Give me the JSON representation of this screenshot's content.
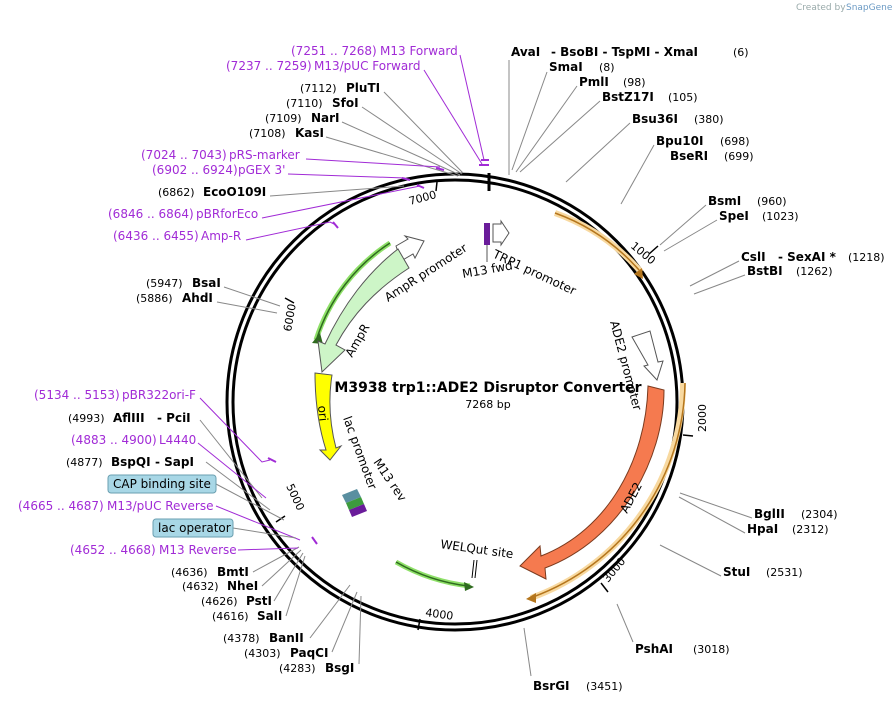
{
  "credit": {
    "text": "Created by",
    "brand": "SnapGene"
  },
  "title": "M3938 trp1::ADE2 Disruptor Converter",
  "length": "7268 bp",
  "ticks": [
    "1000",
    "2000",
    "3000",
    "4000",
    "5000",
    "6000",
    "7000"
  ],
  "sites_right": [
    {
      "name": "AvaI",
      "extra": "- BsoBI  - TspMI  - XmaI",
      "pos": "(6)"
    },
    {
      "name": "SmaI",
      "pos": "(8)"
    },
    {
      "name": "PmlI",
      "pos": "(98)"
    },
    {
      "name": "BstZ17I",
      "pos": "(105)"
    },
    {
      "name": "Bsu36I",
      "pos": "(380)"
    },
    {
      "name": "Bpu10I",
      "pos": "(698)"
    },
    {
      "name": "BseRI",
      "pos": "(699)"
    },
    {
      "name": "BsmI",
      "pos": "(960)"
    },
    {
      "name": "SpeI",
      "pos": "(1023)"
    },
    {
      "name": "CslI",
      "extra": "- SexAI *",
      "pos": "(1218)"
    },
    {
      "name": "BstBI",
      "pos": "(1262)"
    },
    {
      "name": "BglII",
      "pos": "(2304)"
    },
    {
      "name": "HpaI",
      "pos": "(2312)"
    },
    {
      "name": "StuI",
      "pos": "(2531)"
    },
    {
      "name": "PshAI",
      "pos": "(3018)"
    },
    {
      "name": "BsrGI",
      "pos": "(3451)"
    }
  ],
  "sites_left": [
    {
      "name": "PluTI",
      "pos": "(7112)"
    },
    {
      "name": "SfoI",
      "pos": "(7110)"
    },
    {
      "name": "NarI",
      "pos": "(7109)"
    },
    {
      "name": "KasI",
      "pos": "(7108)"
    },
    {
      "name": "EcoO109I",
      "pos": "(6862)"
    },
    {
      "name": "BsaI",
      "pos": "(5947)"
    },
    {
      "name": "AhdI",
      "pos": "(5886)"
    },
    {
      "name": "AflIII",
      "extra": "- PciI",
      "pos": "(4993)"
    },
    {
      "name": "BspQI",
      "extra": "- SapI",
      "pos": "(4877)"
    },
    {
      "name": "BmtI",
      "pos": "(4636)"
    },
    {
      "name": "NheI",
      "pos": "(4632)"
    },
    {
      "name": "PstI",
      "pos": "(4626)"
    },
    {
      "name": "SalI",
      "pos": "(4616)"
    },
    {
      "name": "BanII",
      "pos": "(4378)"
    },
    {
      "name": "PaqCI",
      "pos": "(4303)"
    },
    {
      "name": "BsgI",
      "pos": "(4283)"
    }
  ],
  "primers": [
    {
      "range": "(7251 .. 7268)",
      "name": "M13 Forward"
    },
    {
      "range": "(7237 .. 7259)",
      "name": "M13/pUC Forward"
    },
    {
      "range": "(7024 .. 7043)",
      "name": "pRS-marker"
    },
    {
      "range": "(6902 .. 6924)",
      "name": "pGEX 3'"
    },
    {
      "range": "(6846 .. 6864)",
      "name": "pBRforEco"
    },
    {
      "range": "(6436 .. 6455)",
      "name": "Amp-R"
    },
    {
      "range": "(5134 .. 5153)",
      "name": "pBR322ori-F"
    },
    {
      "range": "(4883 .. 4900)",
      "name": "L4440"
    },
    {
      "range": "(4665 .. 4687)",
      "name": "M13/pUC Reverse"
    },
    {
      "range": "(4652 .. 4668)",
      "name": "M13 Reverse"
    }
  ],
  "badges": {
    "cap": "CAP binding site",
    "lac": "lac operator"
  },
  "features": {
    "trp1_promoter": "TRP1 promoter",
    "m13_fwd": "M13 fwd",
    "ampr_promoter": "AmpR promoter",
    "ampr": "AmpR",
    "ori": "ori",
    "lac_promoter": "lac promoter",
    "m13_rev": "M13 rev",
    "ade2_promoter": "ADE2 promoter",
    "ade2": "ADE2",
    "welqut": "WELQut site"
  },
  "colors": {
    "ade2": "#f57a4f",
    "ampr": "#cdf5c7",
    "ori": "#ffff00",
    "orange_arc": "#f0a53c",
    "green_arc": "#8ee068",
    "primer": "#a12bd6"
  }
}
